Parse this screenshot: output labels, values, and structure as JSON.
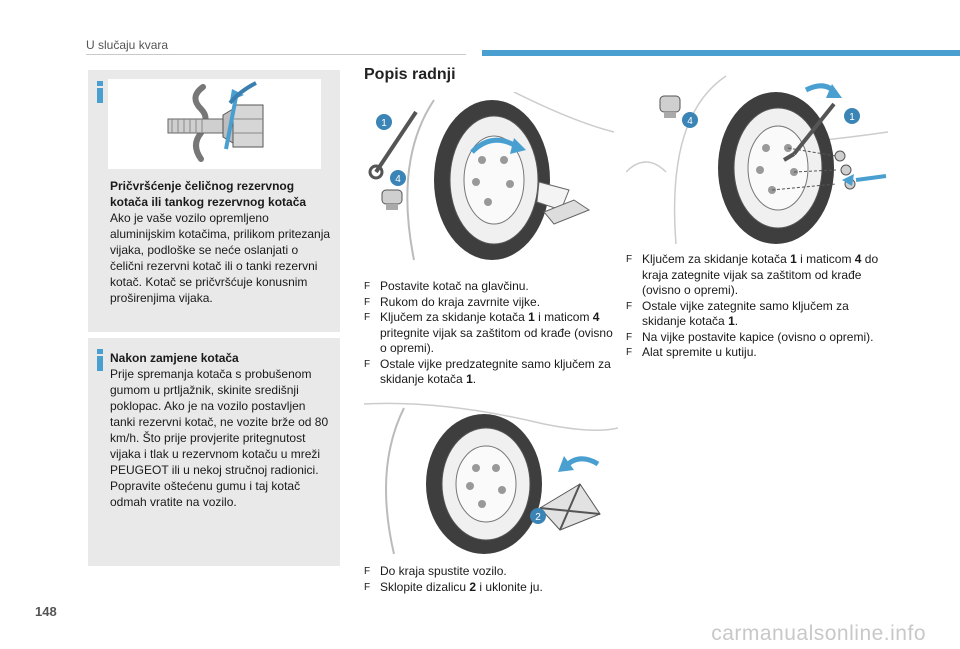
{
  "header": {
    "title": "U slučaju kvara",
    "accent_color": "#4a9fd1"
  },
  "page_number": "148",
  "watermark": "carmanualsonline.info",
  "infobox1": {
    "heading": "Pričvršćenje čeličnog rezervnog kotača ili tankog rezervnog kotača",
    "body": "Ako je vaše vozilo opremljeno aluminijskim kotačima, prilikom pritezanja vijaka, podloške se neće oslanjati o čelični rezervni kotač ili o tanki rezervni kotač. Kotač se pričvršćuje konusnim proširenjima vijaka."
  },
  "infobox2": {
    "heading": "Nakon zamjene kotača",
    "body": "Prije spremanja kotača s probušenom gumom u prtljažnik, skinite središnji poklopac. Ako je na vozilo postavljen tanki rezervni kotač, ne vozite brže od 80 km/h. Što prije provjerite pritegnutost vijaka i tlak u rezervnom kotaču u mreži PEUGEOT ili u nekoj stručnoj radionici. Popravite oštećenu gumu i taj kotač odmah vratite na vozilo."
  },
  "section_title": "Popis radnji",
  "bullet_symbol": "F",
  "callouts": {
    "key": "1",
    "jack": "2",
    "lock": "4"
  },
  "steps_a": [
    {
      "text": "Postavite kotač na glavčinu."
    },
    {
      "text": "Rukom do kraja zavrnite vijke."
    },
    {
      "pre": "Ključem za skidanje kotača ",
      "b1": "1",
      "mid": " i maticom ",
      "b2": "4",
      "post": " pritegnite vijak sa zaštitom od krađe (ovisno o opremi)."
    },
    {
      "pre": "Ostale vijke predzategnite samo ključem za skidanje kotača ",
      "b1": "1",
      "post": "."
    }
  ],
  "steps_b": [
    {
      "text": "Do kraja spustite vozilo."
    },
    {
      "pre": "Sklopite dizalicu ",
      "b1": "2",
      "post": " i uklonite ju."
    }
  ],
  "steps_c": [
    {
      "pre": "Ključem za skidanje kotača ",
      "b1": "1",
      "mid": " i maticom ",
      "b2": "4",
      "post": " do kraja zategnite vijak sa zaštitom od krađe (ovisno o opremi)."
    },
    {
      "pre": "Ostale vijke zategnite samo ključem za skidanje kotača ",
      "b1": "1",
      "post": "."
    },
    {
      "text": "Na vijke postavite kapice (ovisno o opremi)."
    },
    {
      "text": "Alat spremite u kutiju."
    }
  ]
}
